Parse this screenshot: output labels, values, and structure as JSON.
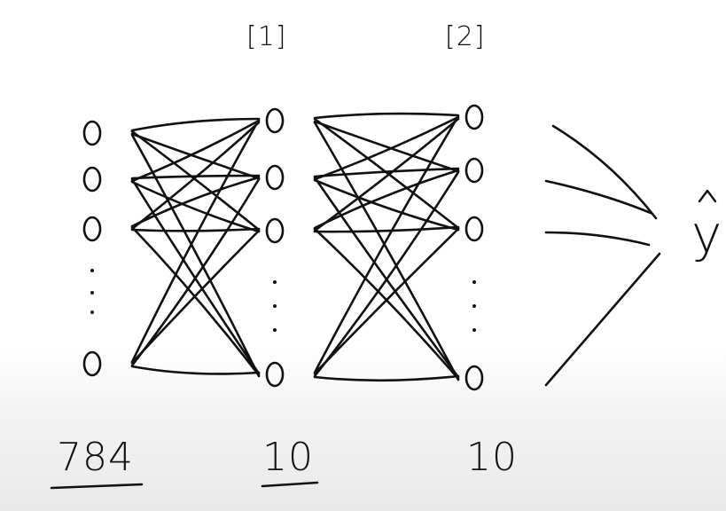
{
  "layers": [
    {
      "name": "input",
      "size_label": "784",
      "superscript": "",
      "underlined": true
    },
    {
      "name": "hidden-1",
      "size_label": "10",
      "superscript": "[1]",
      "underlined": true
    },
    {
      "name": "hidden-2",
      "size_label": "10",
      "superscript": "[2]",
      "underlined": false
    }
  ],
  "output": {
    "label": "y",
    "hat": true
  },
  "colors": {
    "ink": "#111111",
    "background": "#ffffff"
  }
}
